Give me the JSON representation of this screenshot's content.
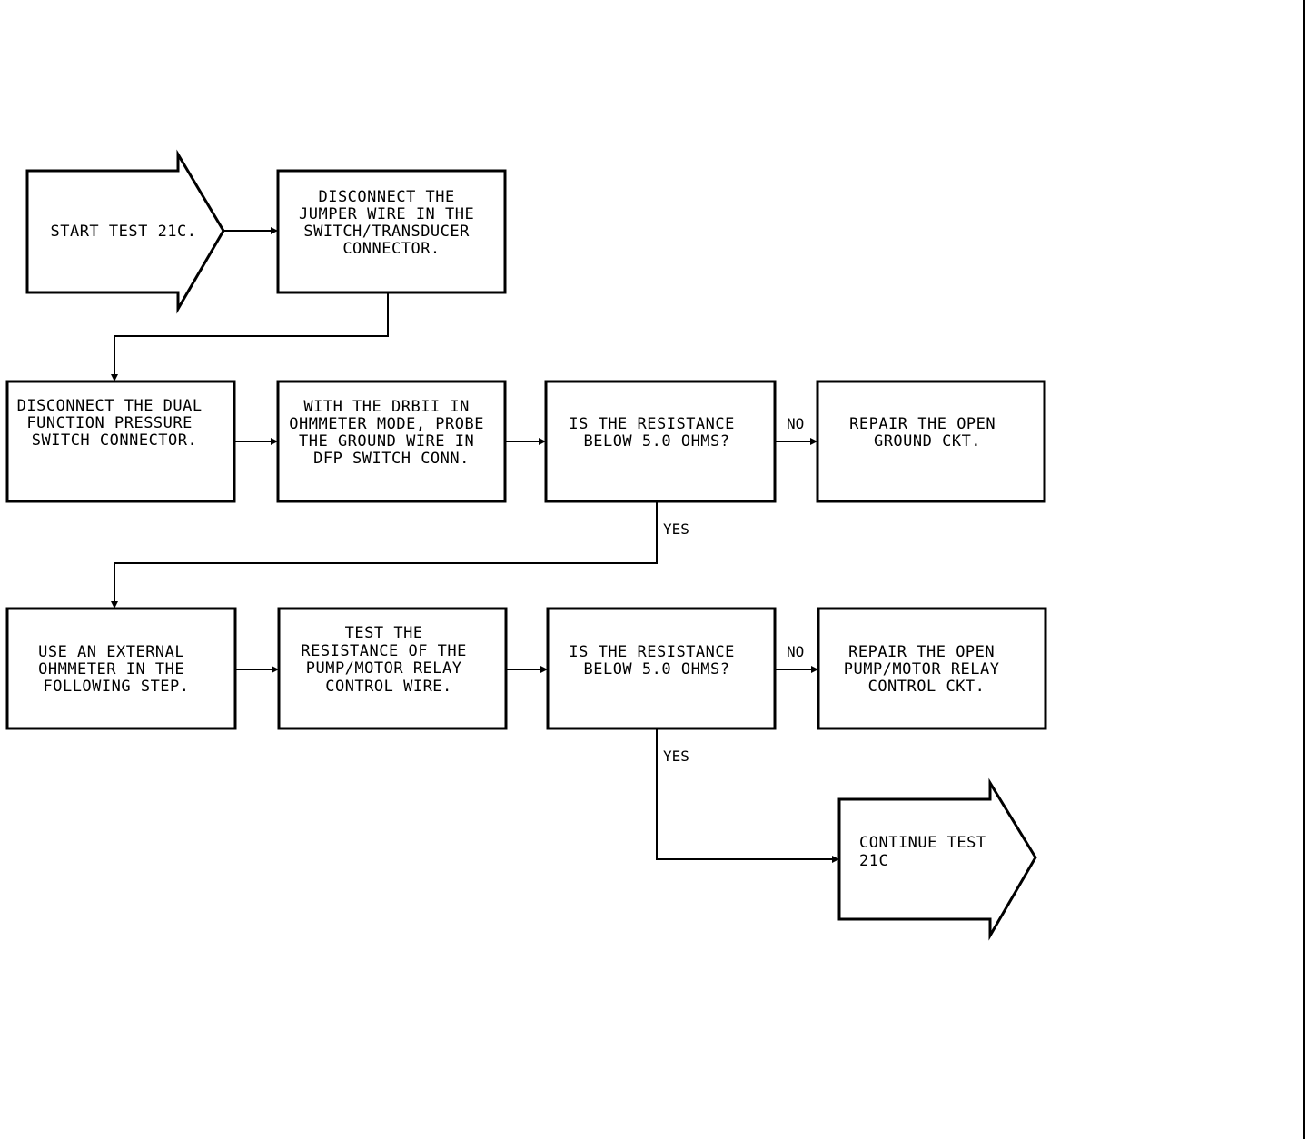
{
  "nodes": {
    "start": {
      "lines": [
        "START TEST 21C."
      ]
    },
    "step1": {
      "lines": [
        "DISCONNECT THE",
        "JUMPER WIRE IN THE",
        "SWITCH/TRANSDUCER",
        "CONNECTOR."
      ]
    },
    "step2": {
      "lines": [
        "DISCONNECT THE DUAL",
        "FUNCTION PRESSURE",
        "SWITCH CONNECTOR."
      ]
    },
    "step3": {
      "lines": [
        "WITH THE DRBII IN",
        "OHMMETER MODE, PROBE",
        "THE GROUND WIRE IN",
        "DFP SWITCH CONN."
      ]
    },
    "q1": {
      "lines": [
        "IS THE RESISTANCE",
        "BELOW 5.0 OHMS?"
      ]
    },
    "repair1": {
      "lines": [
        "REPAIR THE OPEN",
        "GROUND CKT."
      ]
    },
    "step4": {
      "lines": [
        "USE AN EXTERNAL",
        "OHMMETER IN THE",
        "FOLLOWING STEP."
      ]
    },
    "step5": {
      "lines": [
        "TEST THE",
        "RESISTANCE OF THE",
        "PUMP/MOTOR RELAY",
        "CONTROL WIRE."
      ]
    },
    "q2": {
      "lines": [
        "IS THE RESISTANCE",
        "BELOW 5.0 OHMS?"
      ]
    },
    "repair2": {
      "lines": [
        "REPAIR THE OPEN",
        "PUMP/MOTOR RELAY",
        "CONTROL CKT."
      ]
    },
    "continue": {
      "lines": [
        "CONTINUE TEST",
        "21C"
      ]
    }
  },
  "edge_labels": {
    "q1_no": "NO",
    "q1_yes": "YES",
    "q2_no": "NO",
    "q2_yes": "YES"
  },
  "colors": {
    "ink": "#000000",
    "paper": "#ffffff"
  }
}
